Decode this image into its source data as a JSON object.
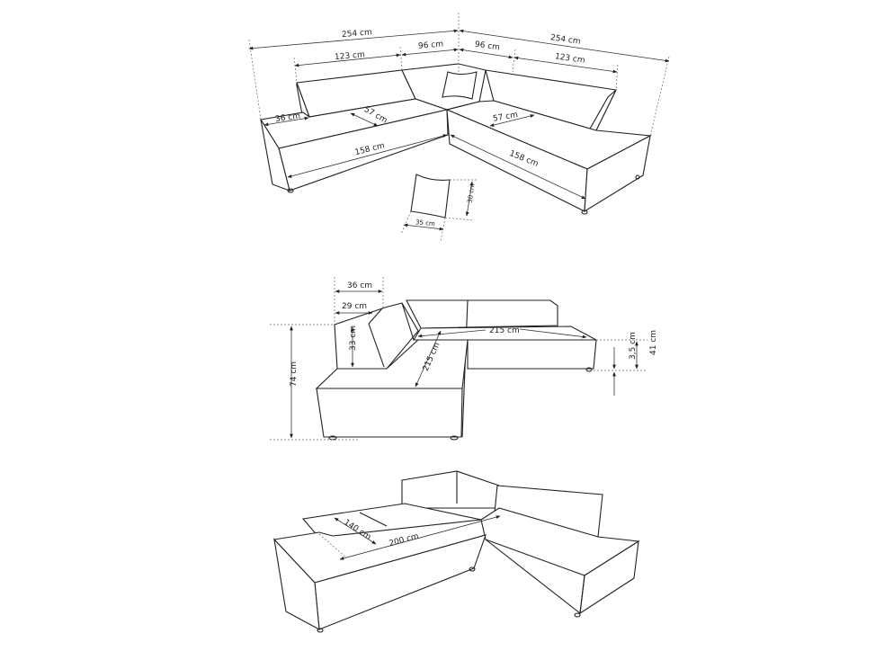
{
  "top_view": {
    "dims": {
      "total_left": "254 cm",
      "total_right": "254 cm",
      "back_left": "123 cm",
      "corner_left": "96 cm",
      "corner_right": "96 cm",
      "back_right": "123 cm",
      "arm_width": "36 cm",
      "seat_depth_left": "57 cm",
      "seat_depth_right": "57 cm",
      "seat_len_left": "158 cm",
      "seat_len_right": "158 cm"
    },
    "cushion": {
      "height": "30 cm",
      "width": "35 cm"
    }
  },
  "side_view": {
    "dims": {
      "arm_depth": "36 cm",
      "arm_top": "29 cm",
      "arm_height": "33 cm",
      "total_height": "74 cm",
      "length": "215 cm",
      "depth": "215 cm",
      "leg_height": "3,5 cm",
      "seat_height": "41 cm"
    }
  },
  "bed_view": {
    "dims": {
      "bed_width": "140 cm",
      "bed_length": "200 cm"
    }
  }
}
